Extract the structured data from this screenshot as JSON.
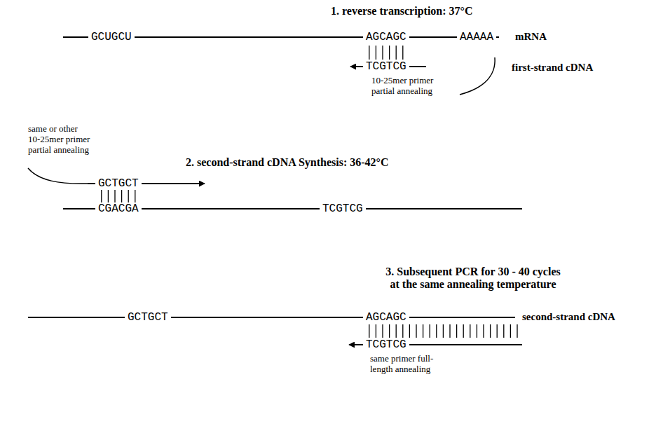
{
  "diagram": {
    "labels": [
      "1. reverse transcription: 37°C",
      "GCUGCU",
      "AGCAGC",
      "AAAAA",
      "mRNA",
      "TCGTCG",
      "first-strand cDNA",
      "10-25mer primer partial annealing",
      "same or other 10-25mer primer partial annealing",
      "2. second-strand cDNA Synthesis: 36-42°C",
      "GCTGCT",
      "CGACGA",
      "TCGTCG",
      "3. Subsequent PCR for 30 - 40 cycles at the same annealing temperature",
      "GCTGCT",
      "AGCAGC",
      "second-strand cDNA",
      "TCGTCG",
      "same primer full-length annealing"
    ]
  }
}
